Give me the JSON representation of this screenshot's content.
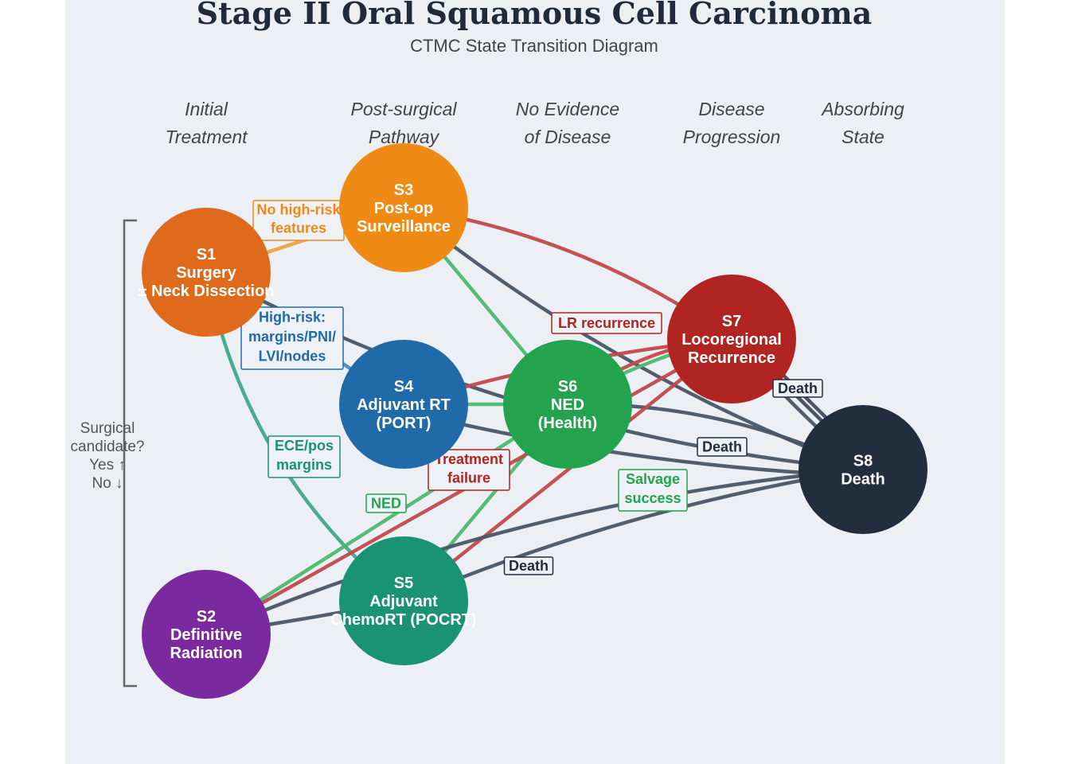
{
  "title": "Stage II Oral Squamous Cell Carcinoma",
  "subtitle": "CTMC State Transition Diagram",
  "columns": [
    {
      "lines": [
        "Initial",
        "Treatment"
      ]
    },
    {
      "lines": [
        "Post-surgical",
        "Pathway"
      ]
    },
    {
      "lines": [
        "No Evidence",
        "of Disease"
      ]
    },
    {
      "lines": [
        "Disease",
        "Progression"
      ]
    },
    {
      "lines": [
        "Absorbing",
        "State"
      ]
    }
  ],
  "side_note": [
    "Surgical",
    "candidate?",
    "Yes ↑",
    "No ↓"
  ],
  "colors": {
    "background": "#eceff4",
    "death_edge": "#4a5566",
    "recurrence_edge": "#c0494a",
    "ned_edge": "#4cb86e"
  },
  "nodes": [
    {
      "id": "S1",
      "lines": [
        "S1",
        "Surgery",
        "± Neck Dissection"
      ],
      "color": "#e06a1b"
    },
    {
      "id": "S2",
      "lines": [
        "S2",
        "Definitive",
        "Radiation"
      ],
      "color": "#7a2a9e"
    },
    {
      "id": "S3",
      "lines": [
        "S3",
        "Post-op",
        "Surveillance"
      ],
      "color": "#ef8a14"
    },
    {
      "id": "S4",
      "lines": [
        "S4",
        "Adjuvant RT",
        "(PORT)"
      ],
      "color": "#216aaa"
    },
    {
      "id": "S5",
      "lines": [
        "S5",
        "Adjuvant",
        "ChemoRT (POCRT)"
      ],
      "color": "#1a9372"
    },
    {
      "id": "S6",
      "lines": [
        "S6",
        "NED",
        "(Health)"
      ],
      "color": "#24a34f"
    },
    {
      "id": "S7",
      "lines": [
        "S7",
        "Locoregional",
        "Recurrence"
      ],
      "color": "#b02421"
    },
    {
      "id": "S8",
      "lines": [
        "S8",
        "Death"
      ],
      "color": "#222d3d"
    }
  ],
  "edges": [
    {
      "from": "S1",
      "to": "S3",
      "color": "#f0a040"
    },
    {
      "from": "S1",
      "to": "S4",
      "color": "#4a86c0"
    },
    {
      "from": "S1",
      "to": "S5",
      "color": "#3fa888"
    },
    {
      "from": "S1",
      "to": "S8",
      "color": "#4a5566"
    },
    {
      "from": "S3",
      "to": "S6",
      "color": "#4cb86e"
    },
    {
      "from": "S3",
      "to": "S7",
      "color": "#c0494a"
    },
    {
      "from": "S3",
      "to": "S8",
      "color": "#4a5566"
    },
    {
      "from": "S4",
      "to": "S7",
      "color": "#c0494a"
    },
    {
      "from": "S4",
      "to": "S6",
      "color": "#4cb86e"
    },
    {
      "from": "S4",
      "to": "S8",
      "color": "#4a5566"
    },
    {
      "from": "S6",
      "to": "S7",
      "color": "#c0494a"
    },
    {
      "from": "S7",
      "to": "S6",
      "color": "#4cb86e"
    },
    {
      "from": "S6",
      "to": "S8",
      "color": "#4a5566"
    },
    {
      "from": "S7",
      "to": "S8",
      "color": "#4a5566"
    },
    {
      "from": "S5",
      "to": "S6",
      "color": "#4cb86e"
    },
    {
      "from": "S5",
      "to": "S7",
      "color": "#c0494a"
    },
    {
      "from": "S5",
      "to": "S8",
      "color": "#4a5566"
    },
    {
      "from": "S2",
      "to": "S5",
      "color": "#4a5566"
    },
    {
      "from": "S2",
      "to": "S6",
      "color": "#4cb86e"
    },
    {
      "from": "S2",
      "to": "S7",
      "color": "#c0494a"
    },
    {
      "from": "S2",
      "to": "S8",
      "color": "#4a5566"
    }
  ],
  "edge_labels": [
    {
      "lines": [
        "No high-risk",
        "features"
      ],
      "color": "#ef8a14"
    },
    {
      "lines": [
        "High-risk:",
        "margins/PNI/",
        "LVI/nodes"
      ],
      "color": "#216aaa"
    },
    {
      "lines": [
        "ECE/pos",
        "margins"
      ],
      "color": "#1a9372"
    },
    {
      "lines": [
        "NED"
      ],
      "color": "#24a34f"
    },
    {
      "lines": [
        "Treatment",
        "failure"
      ],
      "color": "#b02421"
    },
    {
      "lines": [
        "LR recurrence"
      ],
      "color": "#b02421"
    },
    {
      "lines": [
        "Salvage",
        "success"
      ],
      "color": "#24a34f"
    },
    {
      "lines": [
        "Death"
      ],
      "color": "#222d3d"
    },
    {
      "lines": [
        "Death"
      ],
      "color": "#222d3d"
    },
    {
      "lines": [
        "Death"
      ],
      "color": "#222d3d"
    }
  ]
}
